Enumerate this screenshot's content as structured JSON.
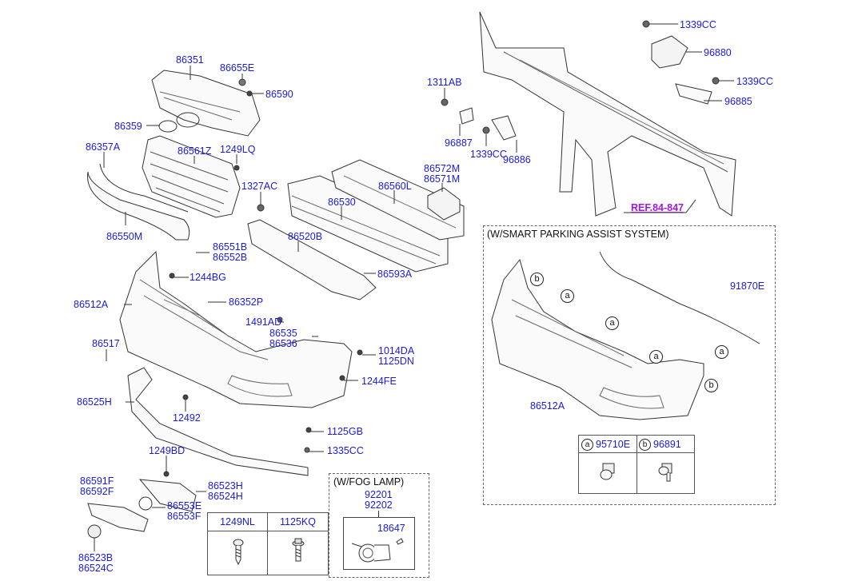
{
  "diagram": {
    "title": "Front Bumper Parts Diagram",
    "colors": {
      "part_number": "#1a1adc",
      "reference": "#a01adc",
      "line": "#333333"
    },
    "labels": {
      "p86351": "86351",
      "p86655E": "86655E",
      "p86590": "86590",
      "p86359": "86359",
      "p86357A": "86357A",
      "p86561Z": "86561Z",
      "p1249LQ": "1249LQ",
      "p1327AC": "1327AC",
      "p86550M": "86550M",
      "p86530": "86530",
      "p86560L": "86560L",
      "p86572M": "86572M\n86571M",
      "p86520B": "86520B",
      "p86551B": "86551B\n86552B",
      "p1244BG": "1244BG",
      "p86593A": "86593A",
      "p86512A": "86512A",
      "p86352P": "86352P",
      "p1491AD": "1491AD",
      "p86535": "86535\n86536",
      "p86517": "86517",
      "p1014DA": "1014DA\n1125DN",
      "p1244FE": "1244FE",
      "p86525H": "86525H",
      "p12492": "12492",
      "p1125GB": "1125GB",
      "p1335CC": "1335CC",
      "p1249BD": "1249BD",
      "p86591F": "86591F\n86592F",
      "p86523H": "86523H\n86524H",
      "p86553E": "86553E\n86553F",
      "p86523B": "86523B\n86524C",
      "p1311AB": "1311AB",
      "p96887": "96887",
      "p1339CC_a": "1339CC",
      "p96886": "96886",
      "p1339CC_b": "1339CC",
      "p96880": "96880",
      "p1339CC_c": "1339CC",
      "p96885": "96885",
      "ref": "REF.84-847",
      "p91870E": "91870E",
      "p86512A_b": "86512A"
    },
    "fastener_table": {
      "columns": [
        "1249NL",
        "1125KQ"
      ]
    },
    "fog_lamp_box": {
      "title": "(W/FOG LAMP)",
      "part": "92201\n92202",
      "bulb": "18647"
    },
    "parking_box": {
      "title": "(W/SMART PARKING ASSIST SYSTEM)",
      "callouts": [
        "b",
        "a",
        "a",
        "a",
        "a",
        "b"
      ],
      "sensor_table": [
        {
          "key": "a",
          "part": "95710E"
        },
        {
          "key": "b",
          "part": "96891"
        }
      ]
    }
  }
}
